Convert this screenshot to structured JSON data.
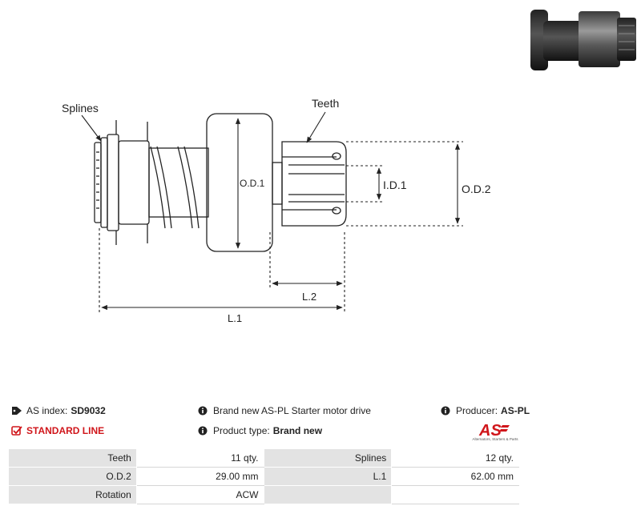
{
  "diagram": {
    "splines_label": "Splines",
    "teeth_label": "Teeth",
    "od1_label": "O.D.1",
    "id1_label": "I.D.1",
    "od2_label": "O.D.2",
    "l2_label": "L.2",
    "l1_label": "L.1"
  },
  "info": {
    "as_index_label": "AS index:",
    "as_index_value": "SD9032",
    "line_label": "STANDARD LINE",
    "description": "Brand new AS-PL Starter motor drive",
    "product_type_label": "Product type:",
    "product_type_value": "Brand new",
    "producer_label": "Producer:",
    "producer_value": "AS-PL",
    "logo_text": "AS",
    "logo_tagline": "Alternators, Starters & Parts"
  },
  "colors": {
    "accent": "#d0161b",
    "key_cell": "#e3e3e3"
  },
  "specs": [
    [
      "Teeth",
      "11 qty.",
      "Splines",
      "12 qty."
    ],
    [
      "O.D.2",
      "29.00 mm",
      "L.1",
      "62.00 mm"
    ],
    [
      "Rotation",
      "ACW",
      "",
      ""
    ]
  ]
}
